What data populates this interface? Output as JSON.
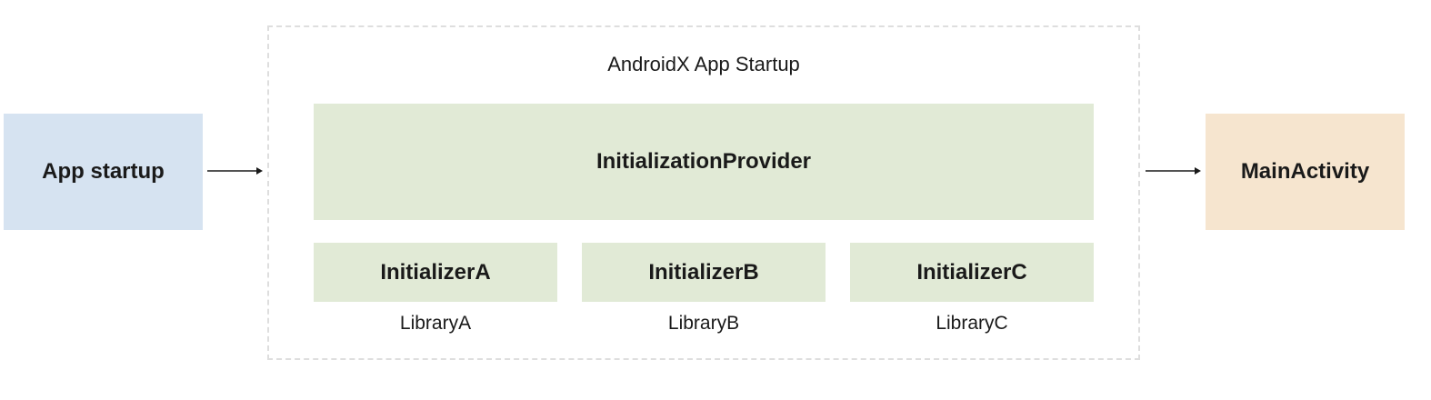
{
  "diagram": {
    "app_startup": "App startup",
    "container_title": "AndroidX App Startup",
    "provider": "InitializationProvider",
    "initializers": [
      {
        "name": "InitializerA",
        "library": "LibraryA"
      },
      {
        "name": "InitializerB",
        "library": "LibraryB"
      },
      {
        "name": "InitializerC",
        "library": "LibraryC"
      }
    ],
    "main_activity": "MainActivity"
  },
  "colors": {
    "app_startup_fill": "#d6e3f1",
    "main_activity_fill": "#f6e5cf",
    "provider_fill": "#e1ead6",
    "container_border": "#dedede",
    "arrow": "#1a1a1a"
  }
}
